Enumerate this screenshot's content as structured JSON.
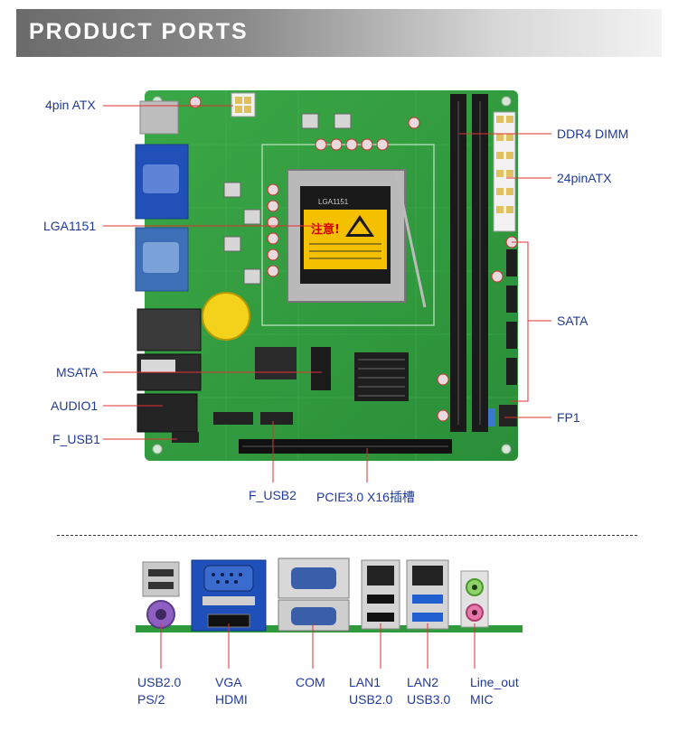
{
  "header": {
    "title": "PRODUCT PORTS"
  },
  "board_labels": {
    "atx4pin": "4pin ATX",
    "lga": "LGA1151",
    "msata": "MSATA",
    "audio": "AUDIO1",
    "fusb1": "F_USB1",
    "ddr4": "DDR4 DIMM",
    "atx24": "24pinATX",
    "sata": "SATA",
    "fp1": "FP1",
    "fusb2": "F_USB2",
    "pcie": "PCIE3.0 X16插槽"
  },
  "board_marks": {
    "warning": "注意!",
    "chip": "LGA1151"
  },
  "io_labels": {
    "usb_ps2": [
      "USB2.0",
      "PS/2"
    ],
    "vga_hdmi": [
      "VGA",
      "HDMI"
    ],
    "com": "COM",
    "lan1": [
      "LAN1",
      "USB2.0"
    ],
    "lan2": [
      "LAN2",
      "USB3.0"
    ],
    "audio": [
      "Line_out",
      "MIC"
    ]
  },
  "colors": {
    "label_text": "#1f3a9a",
    "leader_line": "#e23030",
    "pcb": "#2e9a3c"
  }
}
